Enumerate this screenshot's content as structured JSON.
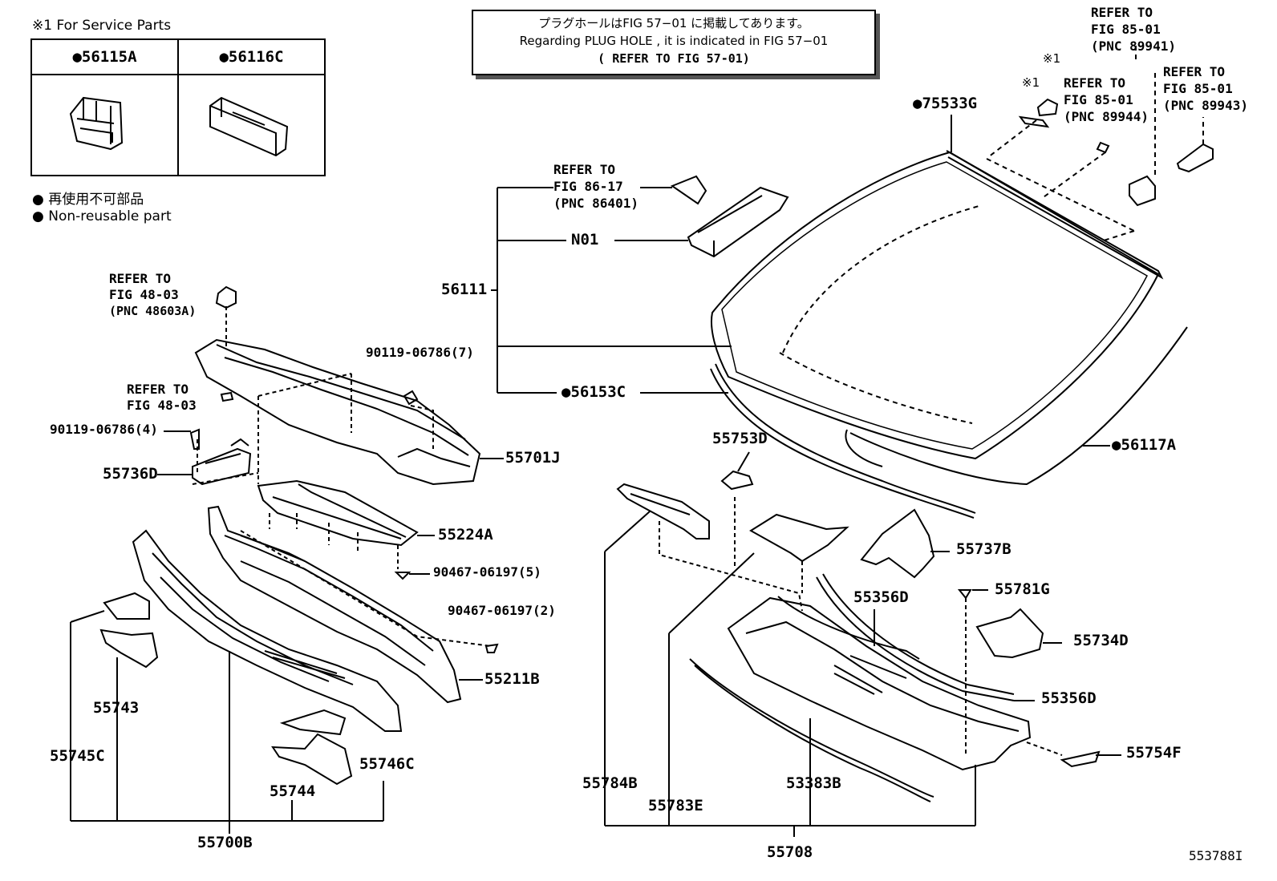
{
  "legend": {
    "service_parts_title": "※1  For Service Parts",
    "col1": "●56115A",
    "col2": "●56116C",
    "nonreusable_jp": "●  再使用不可部品",
    "nonreusable_en": "●  Non-reusable part"
  },
  "banner": {
    "line1": "プラグホールはFIG 57−01 に掲載してあります。",
    "line2": "Regarding  PLUG  HOLE , it is indicated in  FIG  57−01",
    "line3": "( REFER  TO  FIG  57-01)"
  },
  "refs": {
    "r1": [
      "REFER  TO",
      "FIG  85-01",
      "(PNC  89941)"
    ],
    "r2": [
      "REFER  TO",
      "FIG  85-01",
      "(PNC  89944)"
    ],
    "r3": [
      "REFER  TO",
      "FIG  85-01",
      "(PNC  89943)"
    ],
    "r4": [
      "REFER  TO",
      "FIG  86-17",
      "(PNC  86401)"
    ],
    "r5": [
      "REFER  TO",
      "FIG  48-03",
      "(PNC  48603A)"
    ],
    "r6": [
      "REFER  TO",
      "FIG  48-03"
    ]
  },
  "star_marks": [
    "※1",
    "※1"
  ],
  "labels": {
    "p75533G": "●75533G",
    "pN01": "N01",
    "p56111": "56111",
    "p56153C": "●56153C",
    "p56117A": "●56117A",
    "p90119_7": "90119-06786(7)",
    "p90119_4": "90119-06786(4)",
    "p55736D": "55736D",
    "p55701J": "55701J",
    "p55224A": "55224A",
    "p90467_5": "90467-06197(5)",
    "p90467_2": "90467-06197(2)",
    "p55211B": "55211B",
    "p55743": "55743",
    "p55745C": "55745C",
    "p55746C": "55746C",
    "p55744": "55744",
    "p55700B": "55700B",
    "p55753D": "55753D",
    "p55737B": "55737B",
    "p55356D_a": "55356D",
    "p55781G": "55781G",
    "p55734D": "55734D",
    "p55356D_b": "55356D",
    "p55754F": "55754F",
    "p55784B": "55784B",
    "p55783E": "55783E",
    "p53383B": "53383B",
    "p55708": "55708",
    "image_no": "553788I"
  }
}
